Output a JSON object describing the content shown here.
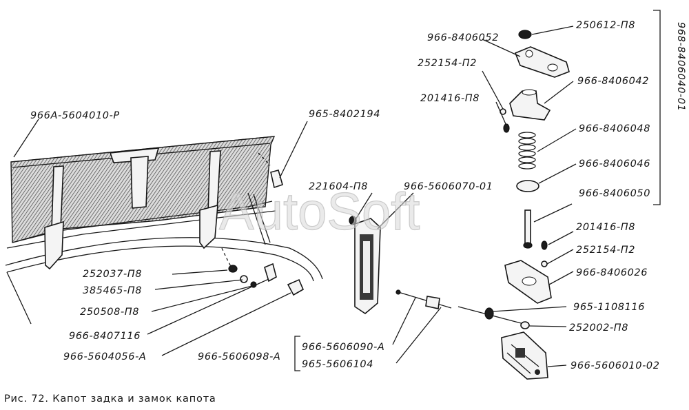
{
  "watermark": "AutoSoft",
  "caption": "Рис. 72. Капот задка и замок капота",
  "labels": {
    "hood_assembly": "966А-5604010-Р",
    "bumper_pad": "965-8402194",
    "nut_top": "250612-П8",
    "plate_top": "966-8406052",
    "washer_1": "252154-П2",
    "bolt_1": "201416-П8",
    "bushing": "966-8406042",
    "spring": "966-8406048",
    "cup": "966-8406046",
    "base_cup": "966-8406050",
    "group_assembly": "968-8406040-01",
    "bolt_2": "201416-П8",
    "washer_2": "252154-П2",
    "plate_bottom": "966-8406026",
    "screw": "221604-П8",
    "lock_striker": "966-5606070-01",
    "nut_a": "252037-П8",
    "washer_a": "385465-П8",
    "nut_b": "250508-П8",
    "buffer": "966-8407116",
    "bracket": "966-5604056-А",
    "cable_group": "966-5606098-А",
    "cable_1": "966-5606090-А",
    "cable_2": "965-5606104",
    "rod": "965-1108116",
    "washer_rod": "252002-П8",
    "lock": "966-5606010-02"
  }
}
